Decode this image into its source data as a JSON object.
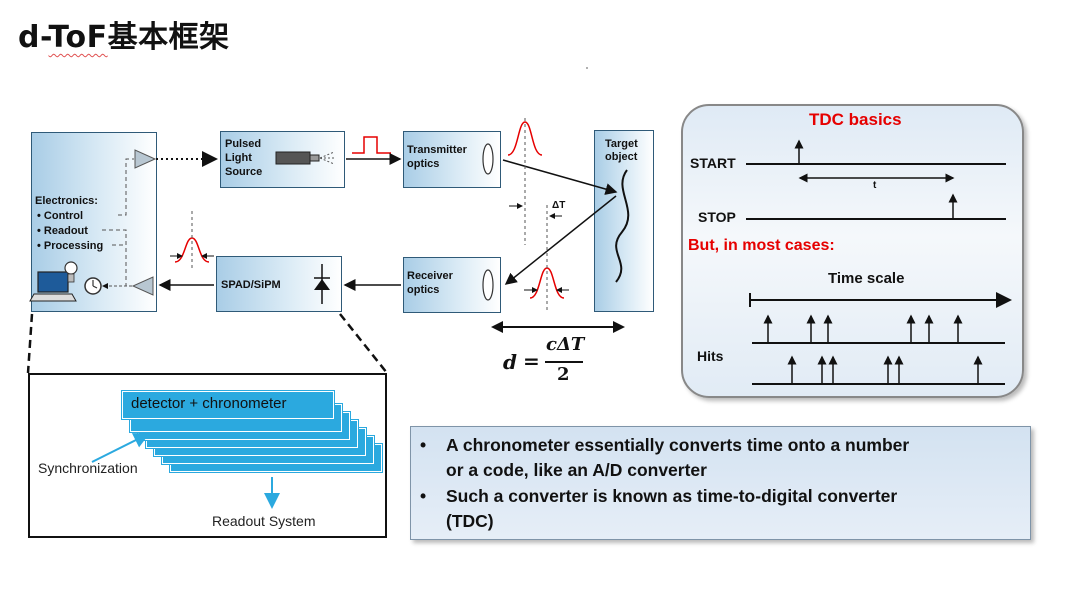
{
  "title": {
    "prefix": "d-",
    "squiggled": "ToF",
    "suffix": "基本框架"
  },
  "electronics": {
    "heading": "Electronics:",
    "items": [
      "Control",
      "Readout",
      "Processing"
    ]
  },
  "pulsed_source": {
    "line1": "Pulsed",
    "line2": "Light",
    "line3": "Source"
  },
  "transmitter": {
    "line1": "Transmitter",
    "line2": "optics"
  },
  "target": {
    "line1": "Target",
    "line2": "object"
  },
  "receiver": {
    "line1": "Receiver",
    "line2": "optics"
  },
  "spad": {
    "label": "SPAD/SiPM"
  },
  "delta_label": "ΔT",
  "formula": {
    "lhs": "d",
    "eq": "=",
    "num": "cΔT",
    "den": "2"
  },
  "tdc": {
    "title": "TDC basics",
    "start": "START",
    "stop": "STOP",
    "t_label": "t",
    "but": "But, in most cases:",
    "time_scale": "Time scale",
    "hits": "Hits"
  },
  "insert": {
    "detector": "detector + chronometer",
    "sync": "Synchronization",
    "readout": "Readout System"
  },
  "bullets": [
    {
      "line1": "A chronometer essentially converts time onto a number",
      "line2": "or a code, like an A/D converter"
    },
    {
      "line1": "Such a converter is known as time-to-digital converter",
      "line2": "(TDC)"
    }
  ],
  "colors": {
    "accent_red": "#e60000",
    "box_border": "#2f5a78",
    "stack_blue": "#2ba9df",
    "box_gradient_start": "#a9cde6"
  }
}
